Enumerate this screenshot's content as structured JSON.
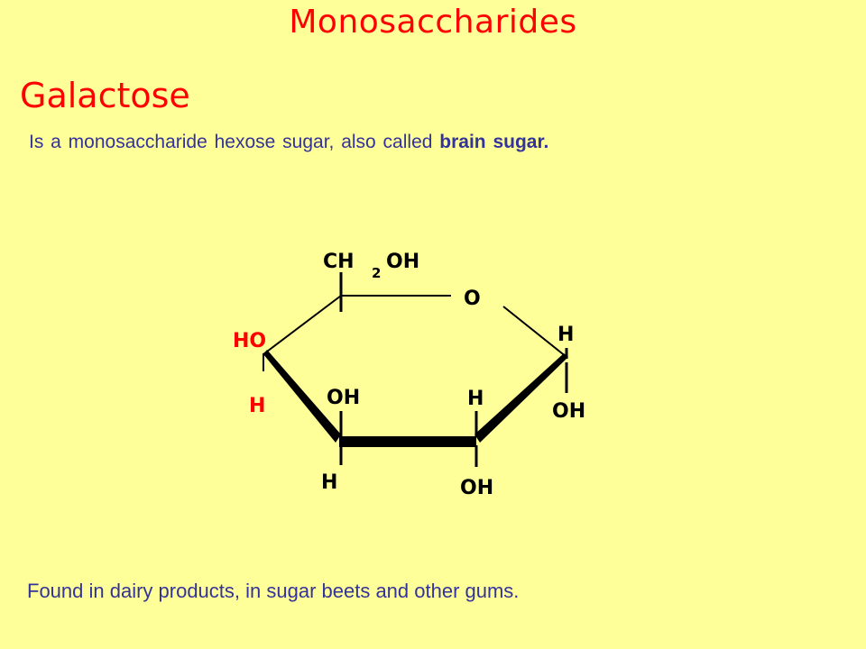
{
  "slide": {
    "title": "Monosaccharides",
    "subtitle": "Galactose",
    "description_prefix": "Is a monosaccharide hexose sugar, also called ",
    "description_bold": "brain sugar.",
    "footer": "Found in dairy products, in sugar beets and other gums."
  },
  "structure": {
    "ch2": "CH",
    "sub2": "2",
    "oh_top": "OH",
    "ring_o": "O",
    "ho_left": "HO",
    "h_left": "H",
    "oh_c3": "OH",
    "h_c3_below": "H",
    "h_c2": "H",
    "oh_c2_below": "OH",
    "h_right": "H",
    "oh_right": "OH"
  },
  "colors": {
    "background": "#ffff99",
    "heading": "#ff0000",
    "body_text": "#333399",
    "highlight_group": "#ff0000"
  }
}
